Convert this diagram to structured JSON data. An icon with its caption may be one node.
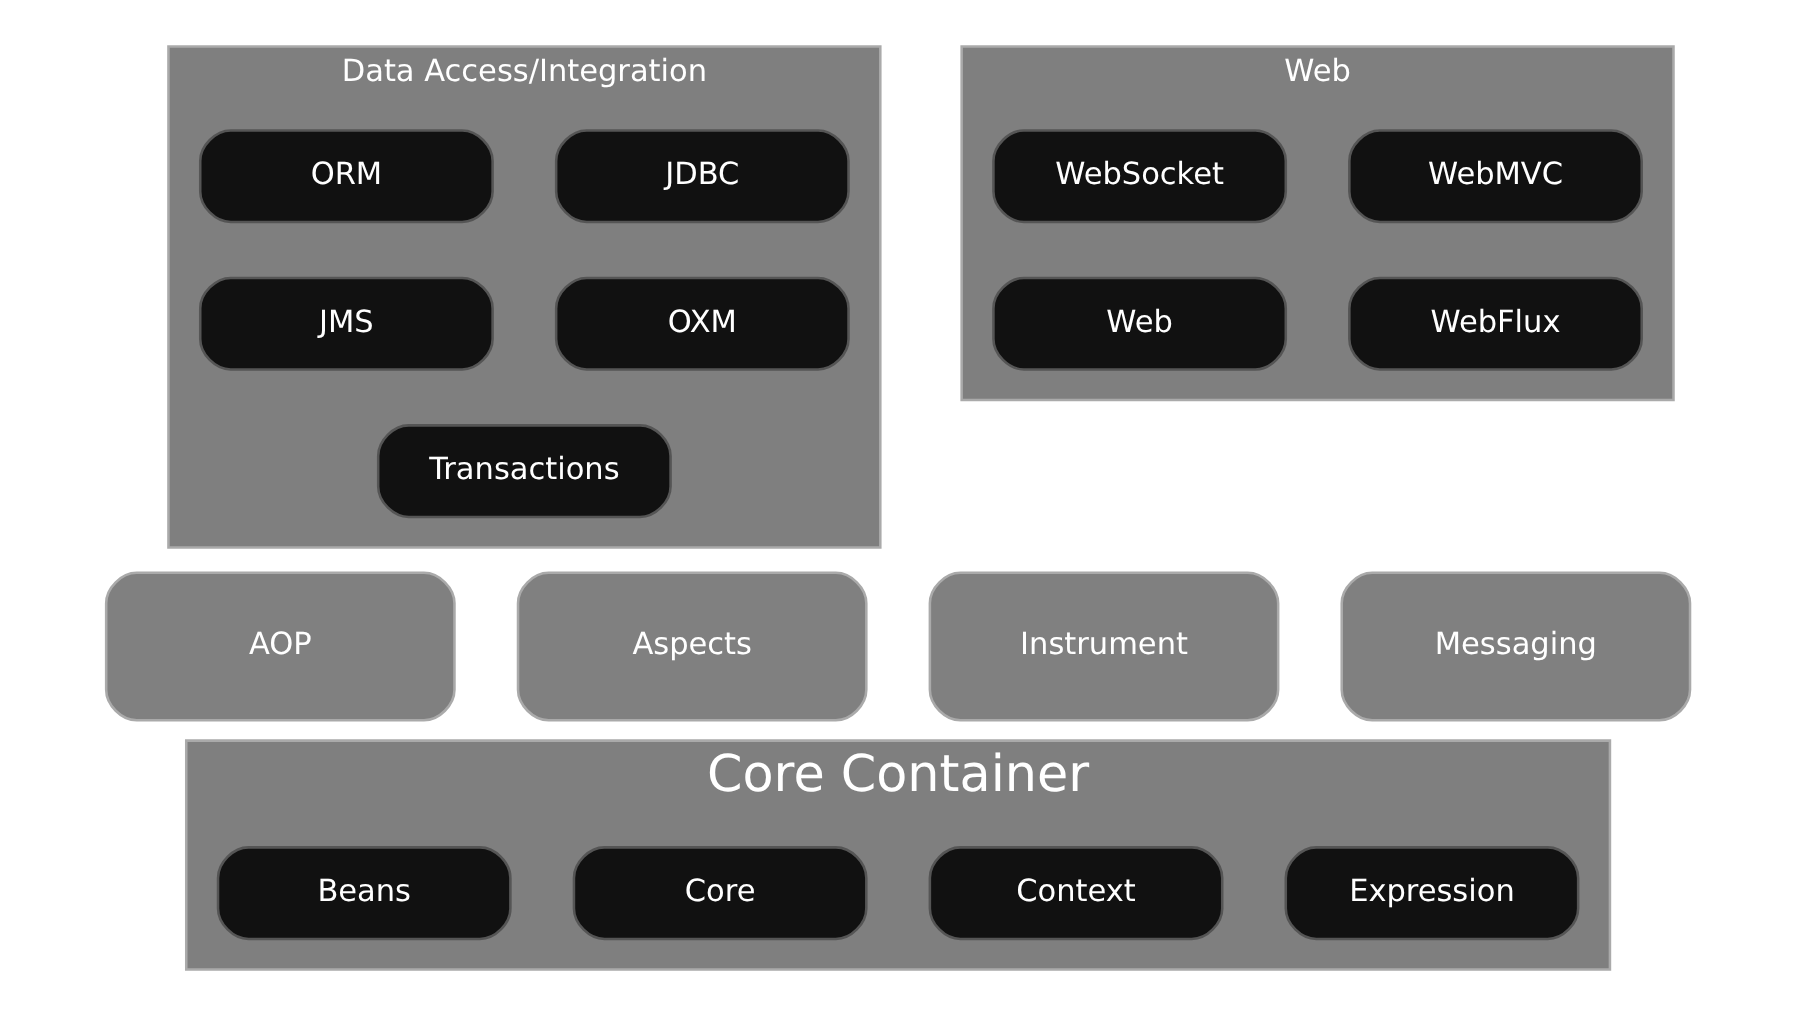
{
  "diagram": {
    "nodes": [
      {
        "text": [
          "Data Access/Integration"
        ]
      },
      {
        "text": [
          "JDBC"
        ],
        "in": 0
      },
      {
        "text": [
          "ORM"
        ],
        "in": 0
      },
      {
        "text": [
          "OXM"
        ],
        "in": 0
      },
      {
        "text": [
          "JMS"
        ],
        "in": 0
      },
      {
        "text": [
          "Transactions"
        ],
        "in": 0
      },
      {
        "text": [
          "Web"
        ]
      },
      {
        "text": [
          "WebSocket"
        ],
        "in": 6
      },
      {
        "text": [
          "WebMVC"
        ],
        "in": 6
      },
      {
        "text": [
          "Web"
        ],
        "in": 6
      },
      {
        "text": [
          "WebFlux"
        ],
        "in": 6
      },
      {
        "text": [
          "AOP"
        ]
      },
      {
        "text": [
          "Aspects"
        ]
      },
      {
        "text": [
          "Instrument"
        ]
      },
      {
        "text": [
          "Messaging"
        ]
      },
      {
        "text": [
          "Core Container"
        ]
      },
      {
        "text": [
          "Beans"
        ],
        "in": 15
      },
      {
        "text": [
          "Core"
        ],
        "in": 15
      },
      {
        "text": [
          "Context"
        ],
        "in": 15
      },
      {
        "text": [
          "Expression"
        ],
        "in": 15
      }
    ],
    "edges": []
  }
}
